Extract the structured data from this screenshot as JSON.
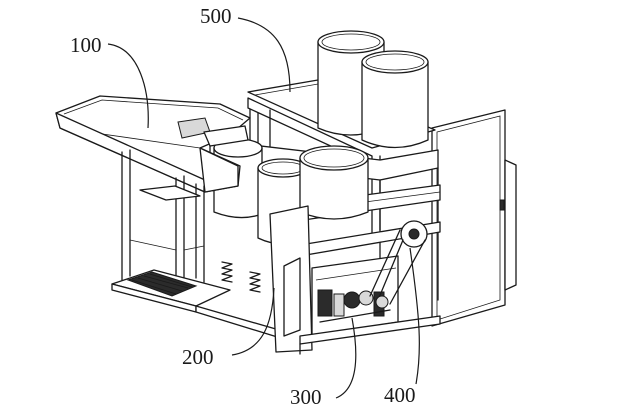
{
  "labels": {
    "feeder": "100",
    "base": "200",
    "drive_unit": "300",
    "belt_drive": "400",
    "bucket_rack": "500"
  }
}
